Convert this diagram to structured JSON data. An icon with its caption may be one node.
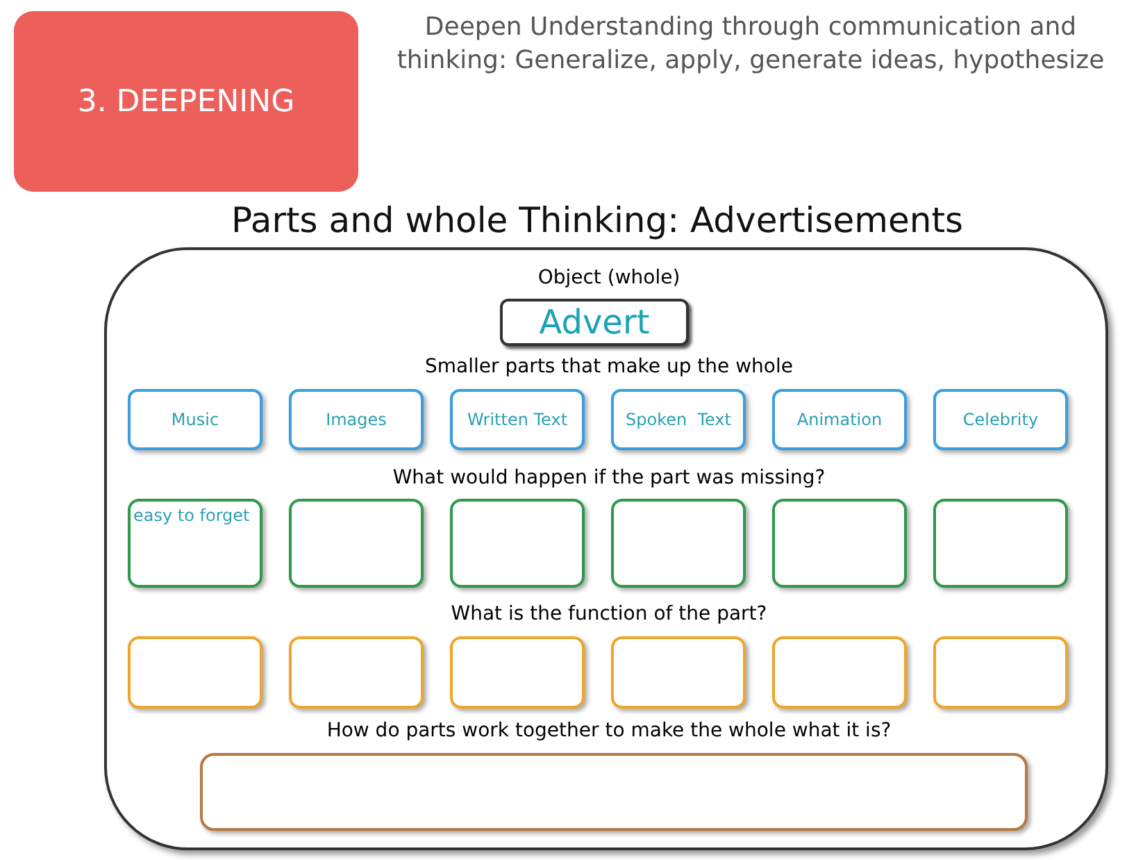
{
  "diagram": {
    "title": "Parts and whole Thinking: Advertisements",
    "nodes": [
      {
        "text": [
          "3. DEEPENING"
        ]
      },
      {
        "text": [],
        "shape": "box"
      },
      {
        "text": [
          "Advert"
        ],
        "in": 1
      },
      {
        "text": [
          "Music"
        ],
        "in": 1
      },
      {
        "text": [
          "Images"
        ],
        "in": 1
      },
      {
        "text": [
          "Written Text"
        ],
        "in": 1
      },
      {
        "text": [
          "Spoken  Text"
        ],
        "in": 1
      },
      {
        "text": [
          "Animation"
        ],
        "in": 1
      },
      {
        "text": [
          "Celebrity"
        ],
        "in": 1
      },
      {
        "text": [
          "easy to forget"
        ],
        "in": 1
      },
      {
        "text": [],
        "shape": "box",
        "in": 1
      },
      {
        "text": [],
        "shape": "box",
        "in": 1
      },
      {
        "text": [],
        "shape": "box",
        "in": 1
      },
      {
        "text": [],
        "shape": "box",
        "in": 1
      },
      {
        "text": [],
        "shape": "box",
        "in": 1
      },
      {
        "text": [],
        "shape": "box",
        "in": 1
      },
      {
        "text": [],
        "shape": "box",
        "in": 1
      },
      {
        "text": [],
        "shape": "box",
        "in": 1
      },
      {
        "text": [],
        "shape": "box",
        "in": 1
      },
      {
        "text": [],
        "shape": "box",
        "in": 1
      },
      {
        "text": [],
        "shape": "box",
        "in": 1
      },
      {
        "text": [],
        "shape": "box",
        "in": 1
      }
    ],
    "edges": [],
    "labels": [
      "Deepen Understanding through communication and thinking: Generalize, apply, generate ideas, hypothesize",
      "Object (whole)",
      "Smaller parts that make up the whole",
      "What would happen if the part was missing?",
      "What is the function of the part?",
      "How do parts work together to make the whole what it is?"
    ]
  }
}
